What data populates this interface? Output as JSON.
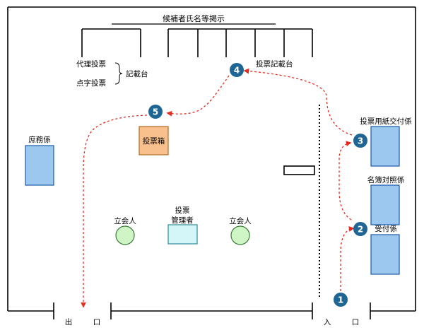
{
  "title": "候補者氏名等掲示",
  "labels": {
    "proxy_vote": "代理投票",
    "braille_vote": "点字投票",
    "writing_desk_left": "記載台",
    "writing_desk_right": "投票記載台",
    "ballot_box": "投票箱",
    "seating_clerk": "庶務係",
    "ballot_issue": "投票用紙交付係",
    "register_check": "名簿対照係",
    "reception": "受付係",
    "witness_left": "立会人",
    "witness_right": "立会人",
    "manager_line1": "投票",
    "manager_line2": "管理者",
    "exit": "出",
    "entrance": "入",
    "door_char": "口"
  },
  "steps": [
    "1",
    "2",
    "3",
    "4",
    "5"
  ],
  "colors": {
    "outline": "#000000",
    "blue_desk_fill": "#9cc7ef",
    "blue_desk_stroke": "#1a59a8",
    "ballot_box_fill": "#f8c08d",
    "ballot_box_stroke": "#b06a21",
    "witness_fill": "#cff5c6",
    "witness_stroke": "#3a7a3a",
    "manager_fill": "#d4f6f9",
    "manager_stroke": "#2a8a96",
    "step_badge": "#1f6694",
    "route": "#e52a1f",
    "divider": "#000000"
  }
}
